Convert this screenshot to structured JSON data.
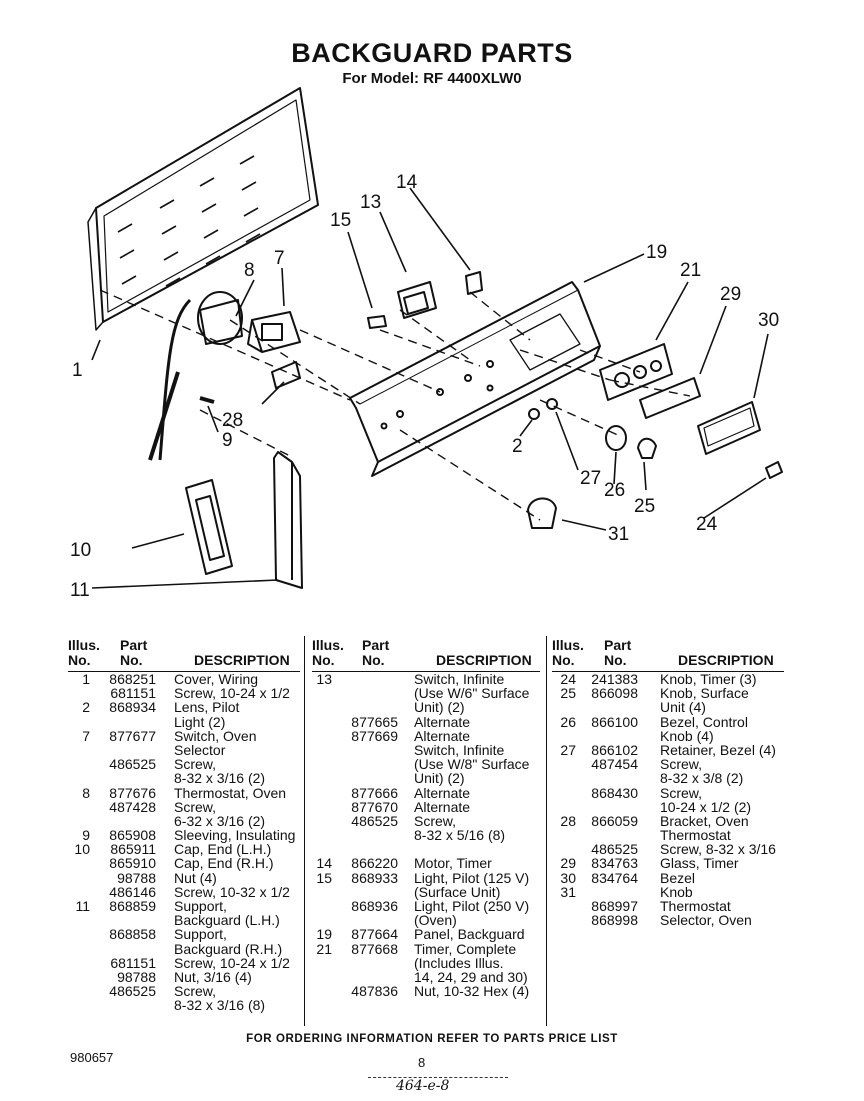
{
  "header": {
    "title": "BACKGUARD PARTS",
    "subtitle": "For Model: RF 4400XLW0"
  },
  "diagram": {
    "callouts": [
      "1",
      "2",
      "7",
      "8",
      "9",
      "10",
      "11",
      "13",
      "14",
      "15",
      "19",
      "21",
      "24",
      "25",
      "26",
      "27",
      "28",
      "29",
      "30",
      "31"
    ]
  },
  "table": {
    "col_headers": {
      "illus": "Illus.",
      "no": "No.",
      "part": "Part",
      "part_no": "No.",
      "description": "DESCRIPTION"
    },
    "columns": [
      [
        [
          "1",
          "868251",
          "Cover, Wiring"
        ],
        [
          "",
          "681151",
          "Screw, 10-24 x 1/2"
        ],
        [
          "2",
          "868934",
          "Lens, Pilot"
        ],
        [
          "",
          "",
          "Light (2)"
        ],
        [
          "7",
          "877677",
          "Switch, Oven"
        ],
        [
          "",
          "",
          "Selector"
        ],
        [
          "",
          "486525",
          "Screw,"
        ],
        [
          "",
          "",
          "8-32 x 3/16 (2)"
        ],
        [
          "8",
          "877676",
          "Thermostat, Oven"
        ],
        [
          "",
          "487428",
          "Screw,"
        ],
        [
          "",
          "",
          "6-32 x 3/16 (2)"
        ],
        [
          "9",
          "865908",
          "Sleeving, Insulating"
        ],
        [
          "10",
          "865911",
          "Cap, End (L.H.)"
        ],
        [
          "",
          "865910",
          "Cap, End (R.H.)"
        ],
        [
          "",
          "98788",
          "Nut (4)"
        ],
        [
          "",
          "486146",
          "Screw, 10-32 x 1/2"
        ],
        [
          "11",
          "868859",
          "Support,"
        ],
        [
          "",
          "",
          "Backguard (L.H.)"
        ],
        [
          "",
          "868858",
          "Support,"
        ],
        [
          "",
          "",
          "Backguard (R.H.)"
        ],
        [
          "",
          "681151",
          "Screw, 10-24 x 1/2"
        ],
        [
          "",
          "98788",
          "Nut, 3/16 (4)"
        ],
        [
          "",
          "486525",
          "Screw,"
        ],
        [
          "",
          "",
          "8-32 x 3/16 (8)"
        ]
      ],
      [
        [
          "13",
          "",
          "Switch, Infinite"
        ],
        [
          "",
          "",
          "(Use W/6\" Surface"
        ],
        [
          "",
          "",
          "Unit) (2)"
        ],
        [
          "",
          "877665",
          "Alternate"
        ],
        [
          "",
          "877669",
          "Alternate"
        ],
        [
          "",
          "",
          "Switch, Infinite"
        ],
        [
          "",
          "",
          "(Use W/8\" Surface"
        ],
        [
          "",
          "",
          "Unit) (2)"
        ],
        [
          "",
          "877666",
          "Alternate"
        ],
        [
          "",
          "877670",
          "Alternate"
        ],
        [
          "",
          "486525",
          "Screw,"
        ],
        [
          "",
          "",
          "8-32 x 5/16 (8)"
        ],
        [
          "",
          "",
          ""
        ],
        [
          "14",
          "866220",
          "Motor, Timer"
        ],
        [
          "15",
          "868933",
          "Light, Pilot (125 V)"
        ],
        [
          "",
          "",
          "(Surface Unit)"
        ],
        [
          "",
          "868936",
          "Light, Pilot (250 V)"
        ],
        [
          "",
          "",
          "(Oven)"
        ],
        [
          "19",
          "877664",
          "Panel, Backguard"
        ],
        [
          "21",
          "877668",
          "Timer, Complete"
        ],
        [
          "",
          "",
          "(Includes Illus."
        ],
        [
          "",
          "",
          "14, 24, 29 and 30)"
        ],
        [
          "",
          "487836",
          "Nut, 10-32 Hex (4)"
        ]
      ],
      [
        [
          "24",
          "241383",
          "Knob, Timer (3)"
        ],
        [
          "25",
          "866098",
          "Knob, Surface"
        ],
        [
          "",
          "",
          "Unit (4)"
        ],
        [
          "26",
          "866100",
          "Bezel, Control"
        ],
        [
          "",
          "",
          "Knob (4)"
        ],
        [
          "27",
          "866102",
          "Retainer, Bezel (4)"
        ],
        [
          "",
          "487454",
          "Screw,"
        ],
        [
          "",
          "",
          "8-32 x 3/8 (2)"
        ],
        [
          "",
          "868430",
          "Screw,"
        ],
        [
          "",
          "",
          "10-24 x 1/2 (2)"
        ],
        [
          "28",
          "866059",
          "Bracket, Oven"
        ],
        [
          "",
          "",
          "Thermostat"
        ],
        [
          "",
          "486525",
          "Screw, 8-32 x 3/16"
        ],
        [
          "29",
          "834763",
          "Glass, Timer"
        ],
        [
          "30",
          "834764",
          "Bezel"
        ],
        [
          "31",
          "",
          "Knob"
        ],
        [
          "",
          "868997",
          "Thermostat"
        ],
        [
          "",
          "868998",
          "Selector, Oven"
        ]
      ]
    ]
  },
  "footer": {
    "ordering_note": "FOR ORDERING INFORMATION REFER TO PARTS PRICE LIST",
    "doc_number": "980657",
    "page_number": "8",
    "handwritten": "464-e-8"
  }
}
